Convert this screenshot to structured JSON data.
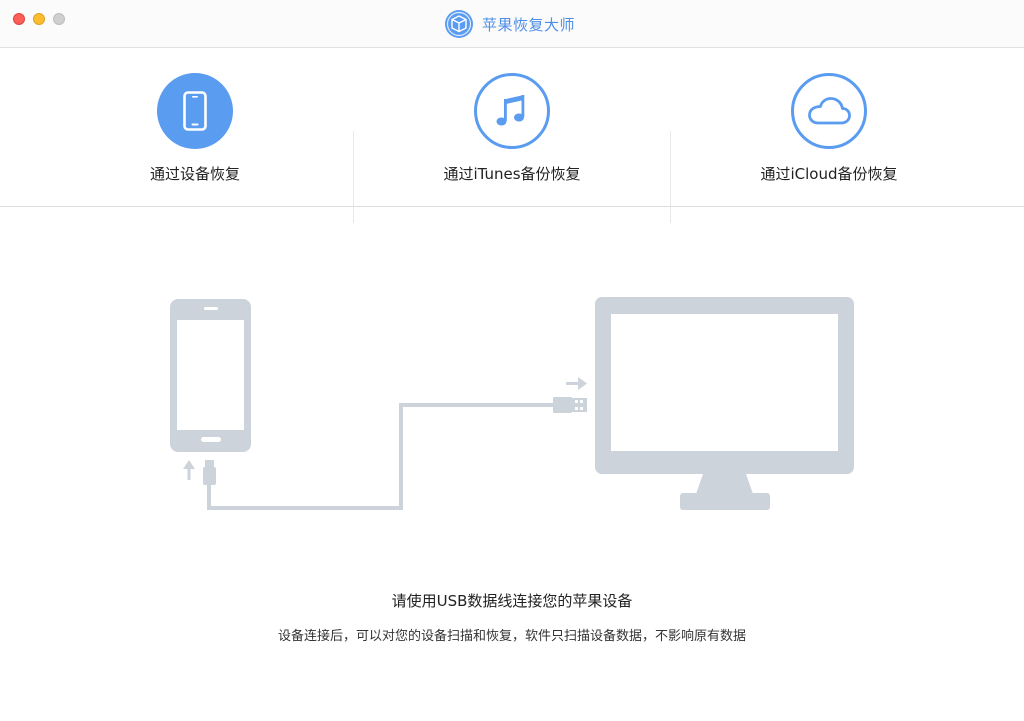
{
  "window": {
    "title": "苹果恢复大师",
    "controls": [
      "close",
      "minimize",
      "maximize"
    ]
  },
  "tabs": [
    {
      "label": "通过设备恢复",
      "icon": "phone-icon",
      "active": true
    },
    {
      "label": "通过iTunes备份恢复",
      "icon": "music-note-icon",
      "active": false
    },
    {
      "label": "通过iCloud备份恢复",
      "icon": "cloud-icon",
      "active": false
    }
  ],
  "illustration": {
    "name": "usb-connection-illustration"
  },
  "instructions": {
    "title": "请使用USB数据线连接您的苹果设备",
    "subtitle": "设备连接后，可以对您的设备扫描和恢复，软件只扫描设备数据，不影响原有数据"
  },
  "colors": {
    "accent": "#5a9cf0",
    "title_text": "#4f8fe6",
    "illustration_gray": "#cdd3da"
  }
}
